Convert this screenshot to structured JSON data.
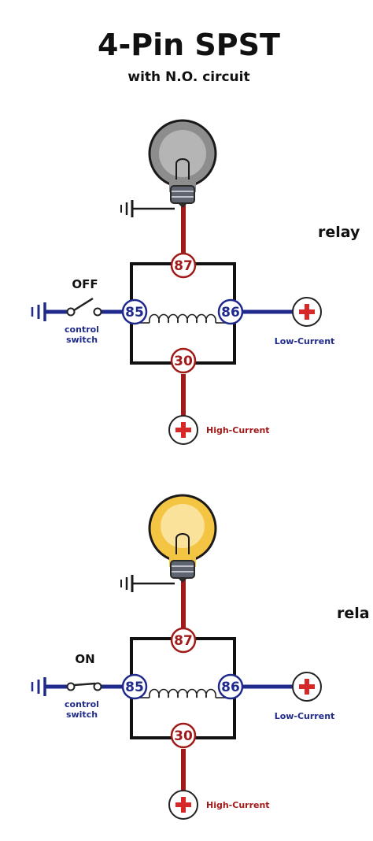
{
  "title": "4-Pin SPST",
  "subtitle": "with N.O. circuit",
  "colors": {
    "high_wire": "#a01a1a",
    "low_wire": "#1f2a8c",
    "frame": "#111111",
    "plus": "#d62828",
    "bulb_off": "#8d8d8d",
    "bulb_on": "#f4c542",
    "pin_ring": "#a01a1a",
    "pin_ring_side": "#1f2a8c"
  },
  "circuits": [
    {
      "state_label": "OFF",
      "bulb": "bulb-off-icon",
      "switch_closed": false,
      "side_label": "relay",
      "pins": {
        "top": "87",
        "left": "85",
        "right": "86",
        "bottom": "30"
      },
      "switch_label_1": "control",
      "switch_label_2": "switch",
      "low_label": "Low-Current",
      "high_label": "High-Current"
    },
    {
      "state_label": "ON",
      "bulb": "bulb-on-icon",
      "switch_closed": true,
      "side_label": "rela",
      "pins": {
        "top": "87",
        "left": "85",
        "right": "86",
        "bottom": "30"
      },
      "switch_label_1": "control",
      "switch_label_2": "switch",
      "low_label": "Low-Current",
      "high_label": "High-Current"
    }
  ]
}
